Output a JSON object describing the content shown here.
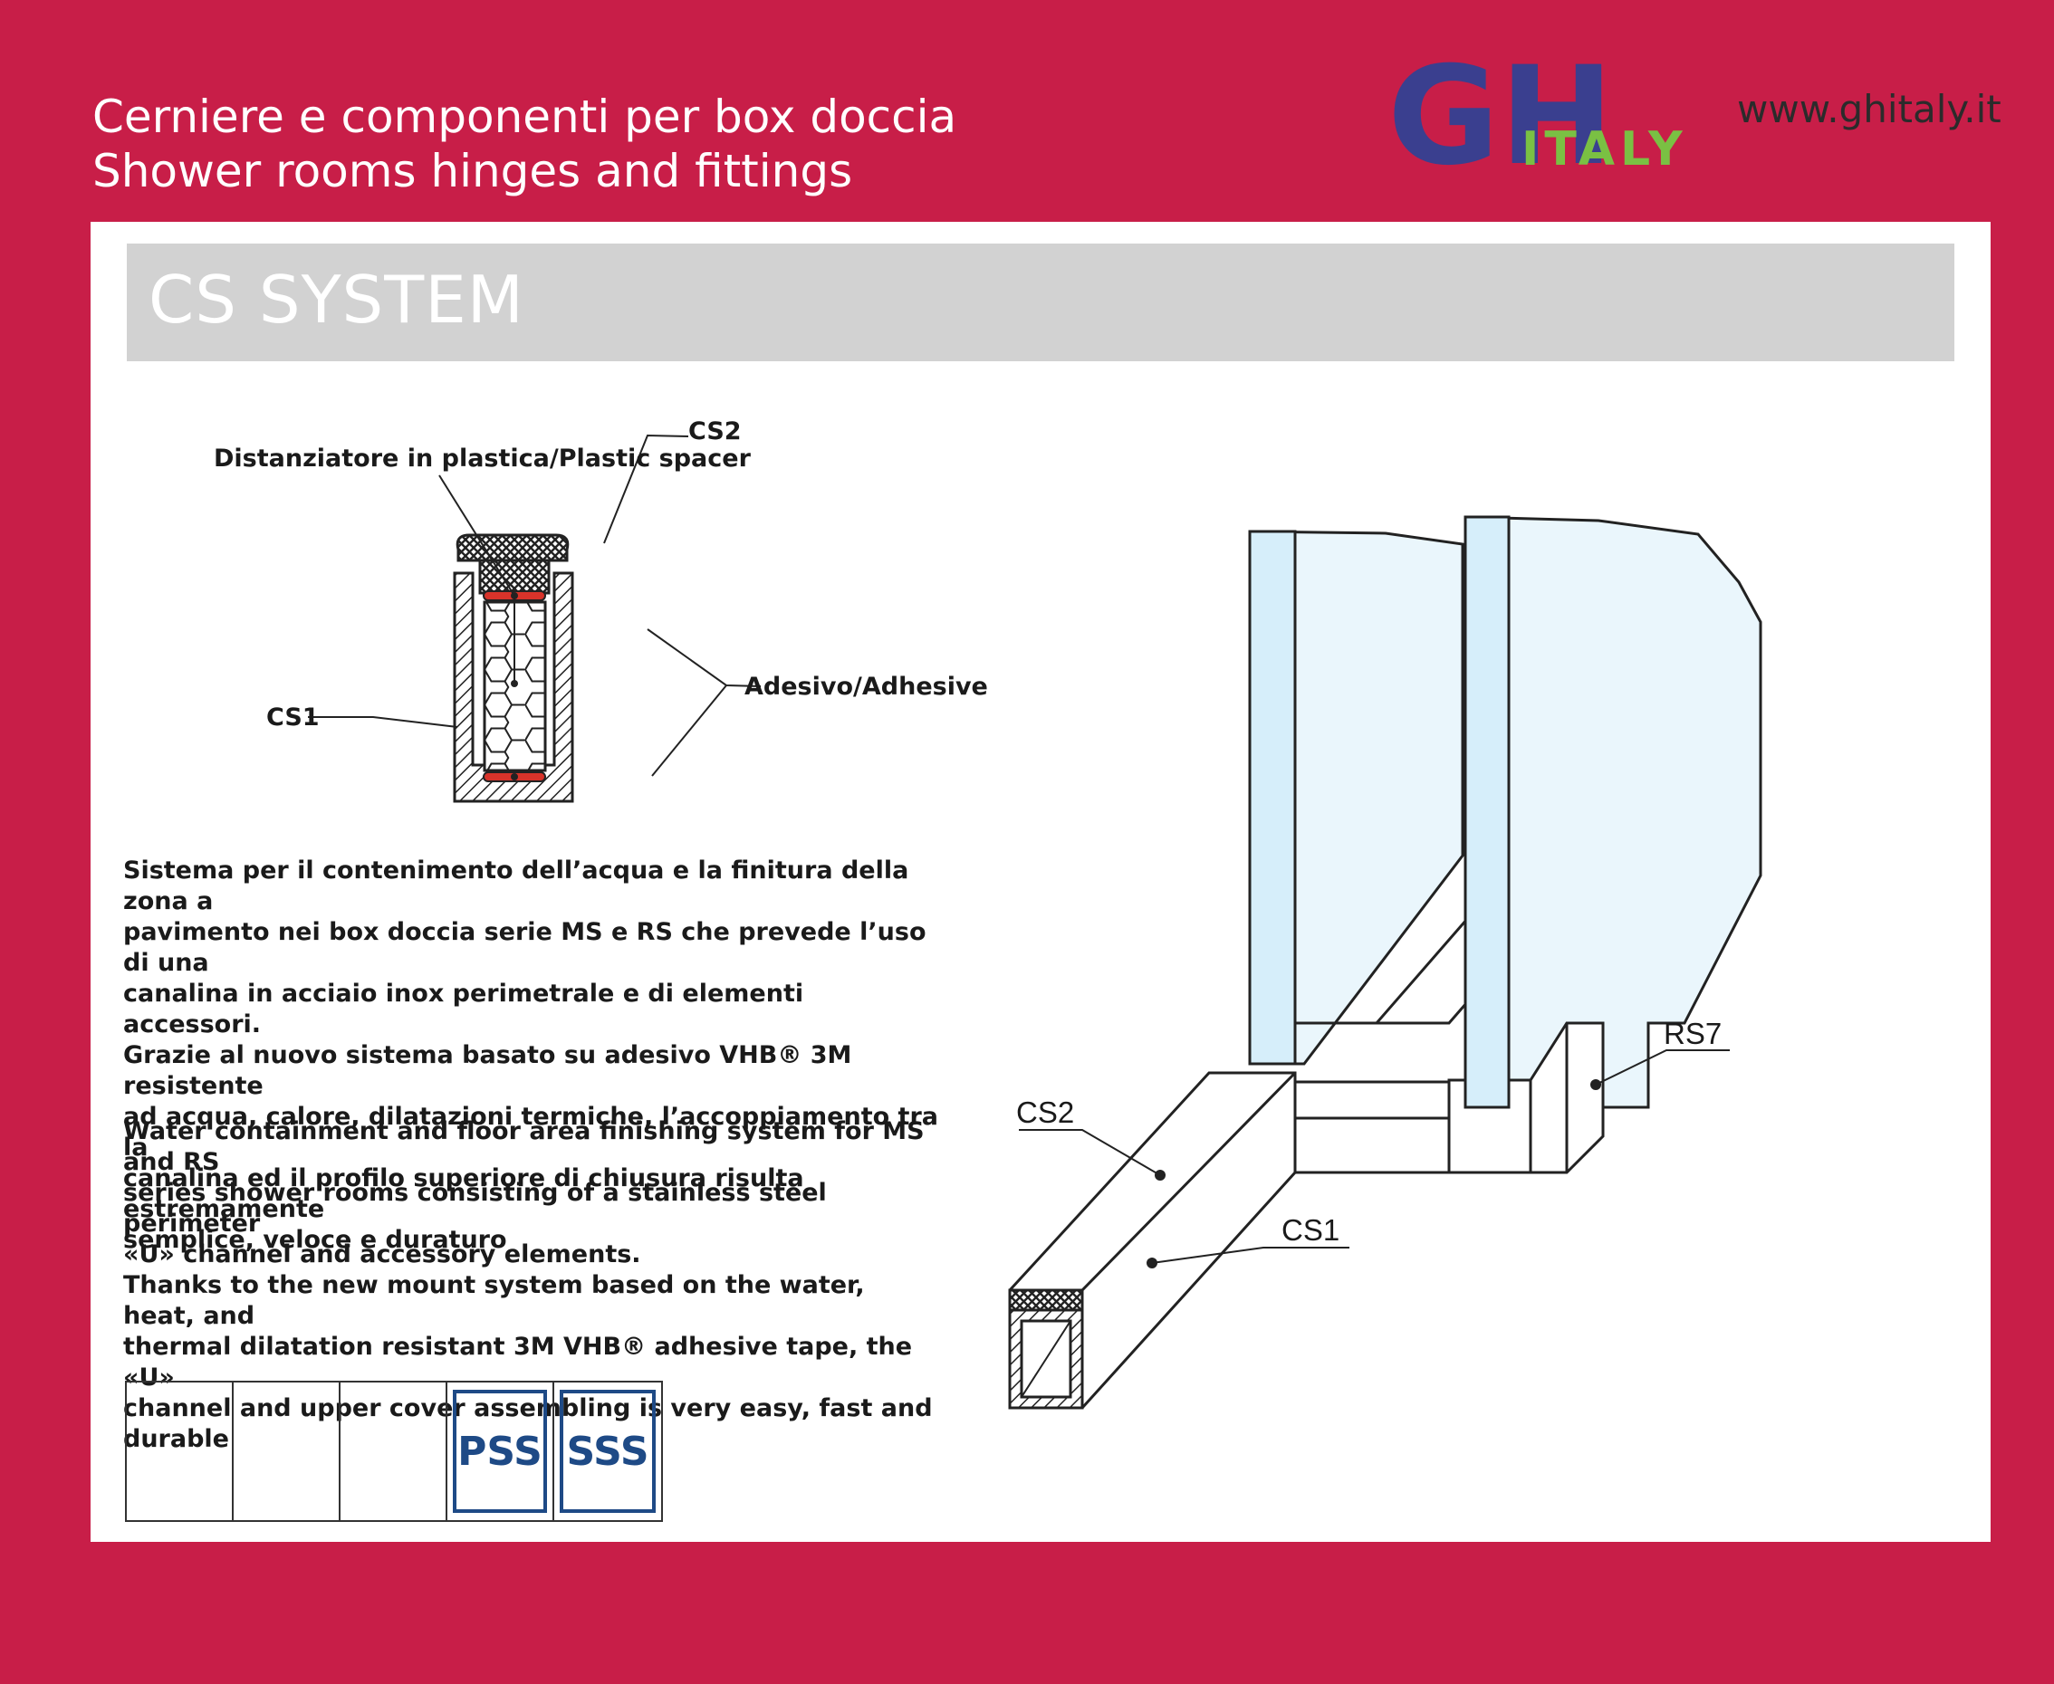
{
  "header": {
    "line_it": "Cerniere e componenti per box doccia",
    "line_en": "Shower rooms hinges and fittings",
    "website": "www.ghitaly.it"
  },
  "logo": {
    "letters": "GH",
    "suffix": "ITALY",
    "color_primary": "#3a3f8f",
    "color_secondary": "#7ac043"
  },
  "title": "CS SYSTEM",
  "section_diagram": {
    "label_cs2": "CS2",
    "label_spacer": "Distanziatore in plastica/Plastic spacer",
    "label_adhesive": "Adesivo/Adhesive",
    "label_cs1": "CS1"
  },
  "iso_diagram": {
    "label_rs7": "RS7",
    "label_cs2": "CS2",
    "label_cs1": "CS1"
  },
  "description_it": [
    "Sistema per il contenimento dell’acqua e la finitura della zona a",
    "pavimento nei box doccia serie MS e RS che prevede l’uso di una",
    "canalina in acciaio inox perimetrale e di elementi accessori.",
    "Grazie al nuovo sistema basato su adesivo VHB® 3M resistente",
    "ad acqua, calore, dilatazioni termiche,  l’accoppiamento tra la",
    "canalina ed il profilo superiore di chiusura risulta estremamente",
    "semplice, veloce e duraturo"
  ],
  "description_en": [
    "Water containment and floor area finishing system for MS and RS",
    "series shower rooms consisting of a stainless steel perimeter",
    "«U» channel and accessory elements.",
    "Thanks to the new mount system based on the water, heat, and",
    "thermal dilatation resistant 3M VHB® adhesive tape, the «U»",
    "channel and upper cover assembling is very easy, fast and",
    "durable"
  ],
  "finishes": [
    "",
    "",
    "",
    "PSS",
    "SSS"
  ],
  "colors": {
    "background": "#c81e48",
    "title_bar": "#d2d2d2",
    "badge": "#1e4a86",
    "adhesive": "#d8332a",
    "glass": "#d6eefa"
  }
}
